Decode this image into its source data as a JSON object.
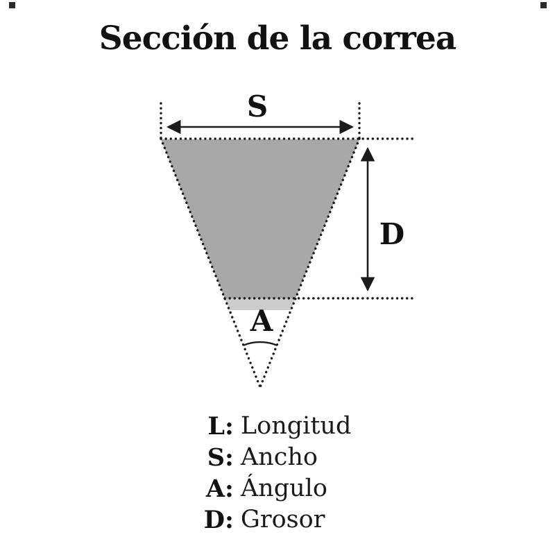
{
  "title": "Sección de la correa",
  "diagram": {
    "width_label": "S",
    "depth_label": "D",
    "angle_label": "A",
    "fill_color": "#a8a8a8",
    "fill_color_light": "#cccccc",
    "line_color": "#1b1b1b"
  },
  "legend": {
    "items": [
      {
        "key": "L:",
        "label": "Longitud"
      },
      {
        "key": "S:",
        "label": "Ancho"
      },
      {
        "key": "A:",
        "label": "Ángulo"
      },
      {
        "key": "D:",
        "label": "Grosor"
      }
    ]
  }
}
